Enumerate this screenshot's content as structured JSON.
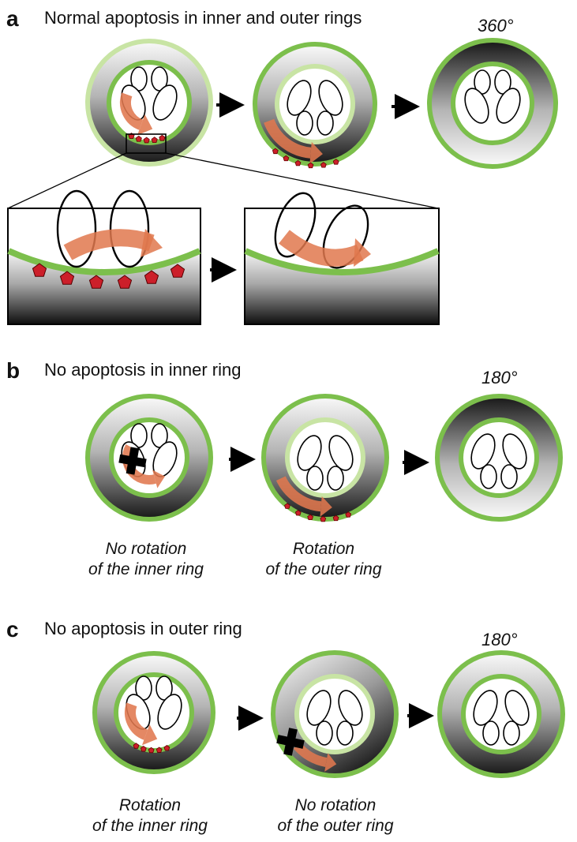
{
  "panels": [
    {
      "letter": "a",
      "title": "Normal apoptosis in inner and outer rings",
      "angle": "360°"
    },
    {
      "letter": "b",
      "title": "No apoptosis in inner ring",
      "angle": "180°",
      "captions": [
        {
          "line1": "No rotation",
          "line2": "of the inner ring"
        },
        {
          "line1": "Rotation",
          "line2": "of the outer ring"
        }
      ]
    },
    {
      "letter": "c",
      "title": "No apoptosis in outer ring",
      "angle": "180°",
      "captions": [
        {
          "line1": "Rotation",
          "line2": "of the inner ring"
        },
        {
          "line1": "No rotation",
          "line2": "of the outer ring"
        }
      ]
    }
  ],
  "colors": {
    "ring_green": "#7cbf4c",
    "ring_light_green": "#c8e4a4",
    "arrow_orange": "#e0784e",
    "apoptotic_cell_red": "#cc1f2a",
    "tissue_dark": "#222222"
  }
}
